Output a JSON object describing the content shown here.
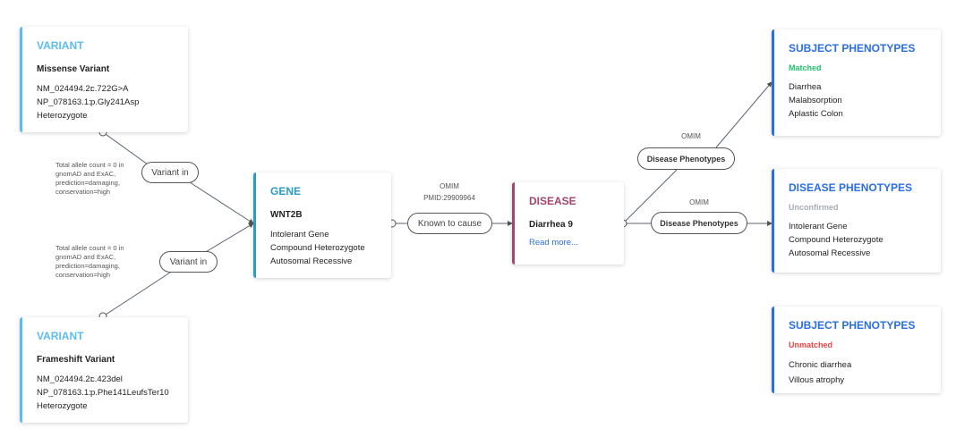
{
  "variants": [
    {
      "title": "VARIANT",
      "name": "Missense Variant",
      "rows": [
        {
          "k": "NM_024494.2:",
          "v": "c.722G>A"
        },
        {
          "k": "NP_078163.1:",
          "v": "p.Gly241Asp"
        }
      ],
      "zygosity": "Heterozygote",
      "edge_label": "Variant in",
      "note": [
        "Total allele count = 0 in",
        "gnomAD and ExAC,",
        "prediction=damaging,",
        "conservation=high"
      ]
    },
    {
      "title": "VARIANT",
      "name": "Frameshift Variant",
      "rows": [
        {
          "k": "NM_024494.2:",
          "v": "c.423del"
        },
        {
          "k": "NP_078163.1:",
          "v": "p.Phe141LeufsTer10"
        }
      ],
      "zygosity": "Heterozygote",
      "edge_label": "Variant in",
      "note": [
        "Total allele count = 0 in",
        "gnomAD and ExAC,",
        "prediction=damaging,",
        "conservation=high"
      ]
    }
  ],
  "gene": {
    "title": "GENE",
    "name": "WNT2B",
    "lines": [
      "Intolerant Gene",
      "Compound Heterozygote",
      "Autosomal Recessive"
    ]
  },
  "gene_disease_edge": {
    "label": "Known to cause",
    "source": "OMIM",
    "pmid": "PMID:29909964"
  },
  "disease": {
    "title": "DISEASE",
    "name": "Diarrhea 9",
    "link": "Read more..."
  },
  "phenotype_edges": [
    {
      "label": "Disease Phenotypes",
      "source": "OMIM"
    },
    {
      "label": "Disease Phenotypes",
      "source": "OMIM"
    }
  ],
  "phenotype_cards": [
    {
      "title": "SUBJECT PHENOTYPES",
      "status": "Matched",
      "status_color": "#1fc46a",
      "items": [
        "Diarrhea",
        "Malabsorption",
        "Aplastic Colon"
      ]
    },
    {
      "title": "DISEASE PHENOTYPES",
      "status": "Unconfirmed",
      "status_color": "#a8adb3",
      "items": [
        "Intolerant Gene",
        "Compound Heterozygote",
        "Autosomal Recessive"
      ]
    },
    {
      "title": "SUBJECT PHENOTYPES",
      "status": "Unmatched",
      "status_color": "#ef4444",
      "items": [
        "Chronic diarrhea",
        "Villous atrophy"
      ]
    }
  ],
  "colors": {
    "variant": "#5bbcf0",
    "gene": "#2a9bc4",
    "disease": "#a3466f",
    "phenotype": "#2a6ee0"
  }
}
